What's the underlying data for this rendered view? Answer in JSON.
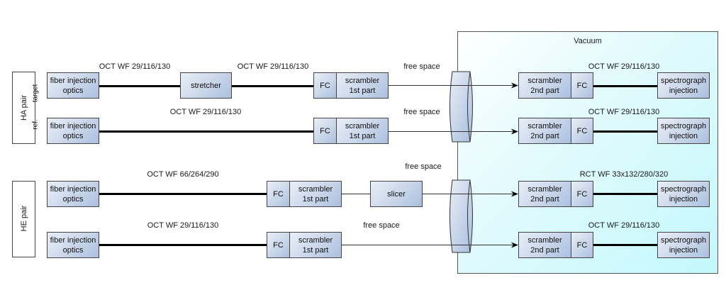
{
  "vacuum_label": "Vacuum",
  "groups": {
    "ha": {
      "label": "HA pair",
      "sub_top": "target",
      "sub_bottom": "ref."
    },
    "he": {
      "label": "HE pair"
    }
  },
  "rows": [
    {
      "id": "ha-target",
      "source": "fiber injection optics",
      "fiber1_label": "OCT WF 29/116/130",
      "stretcher": "stretcher",
      "fiber2_label": "OCT WF 29/116/130",
      "fc1": "FC",
      "scrambler1": "scrambler 1st part",
      "free_space_label": "free space",
      "scrambler2": "scrambler 2nd part",
      "fc2": "FC",
      "fiber3_label": "OCT WF 29/116/130",
      "dest": "spectrograph injection"
    },
    {
      "id": "ha-ref",
      "source": "fiber injection optics",
      "fiber1_label": "OCT WF 29/116/130",
      "fc1": "FC",
      "scrambler1": "scrambler 1st part",
      "free_space_label": "free space",
      "scrambler2": "scrambler 2nd part",
      "fc2": "FC",
      "fiber3_label": "OCT WF 29/116/130",
      "dest": "spectrograph injection"
    },
    {
      "id": "he-1",
      "source": "fiber injection optics",
      "fiber1_label": "OCT WF 66/264/290",
      "fc1": "FC",
      "scrambler1": "scrambler 1st part",
      "slicer": "slicer",
      "free_space_label": "free space",
      "scrambler2": "scrambler 2nd part",
      "fc2": "FC",
      "fiber3_label": "RCT WF 33x132/280/320",
      "dest": "spectrograph injection"
    },
    {
      "id": "he-2",
      "source": "fiber injection optics",
      "fiber1_label": "OCT WF 29/116/130",
      "fc1": "FC",
      "scrambler1": "scrambler 1st part",
      "free_space_label": "free space",
      "scrambler2": "scrambler 2nd part",
      "fc2": "FC",
      "fiber3_label": "OCT WF 29/116/130",
      "dest": "spectrograph injection"
    }
  ],
  "colors": {
    "box_fill_light": "#e9eef7",
    "box_fill_dark": "#aabfde",
    "vacuum_fill": "#c3f8fb",
    "fiber": "#000000"
  }
}
